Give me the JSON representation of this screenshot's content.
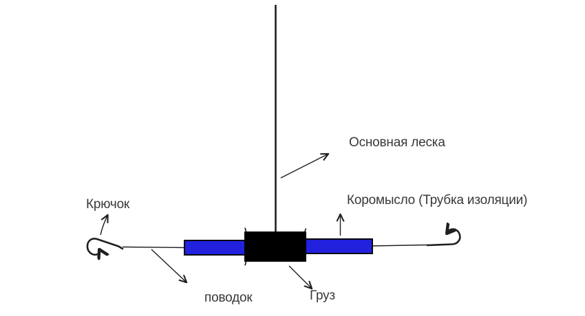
{
  "labels": {
    "hook": "Крючок",
    "main_line": "Основная леска",
    "beam": "Коромысло (Трубка изоляции)",
    "leader": "поводок",
    "weight": "Груз"
  },
  "colors": {
    "tube_fill": "#2121de",
    "tube_stroke": "#0a0a0a",
    "weight_fill": "#000000",
    "line": "#1f1f1f",
    "text": "#383838"
  }
}
